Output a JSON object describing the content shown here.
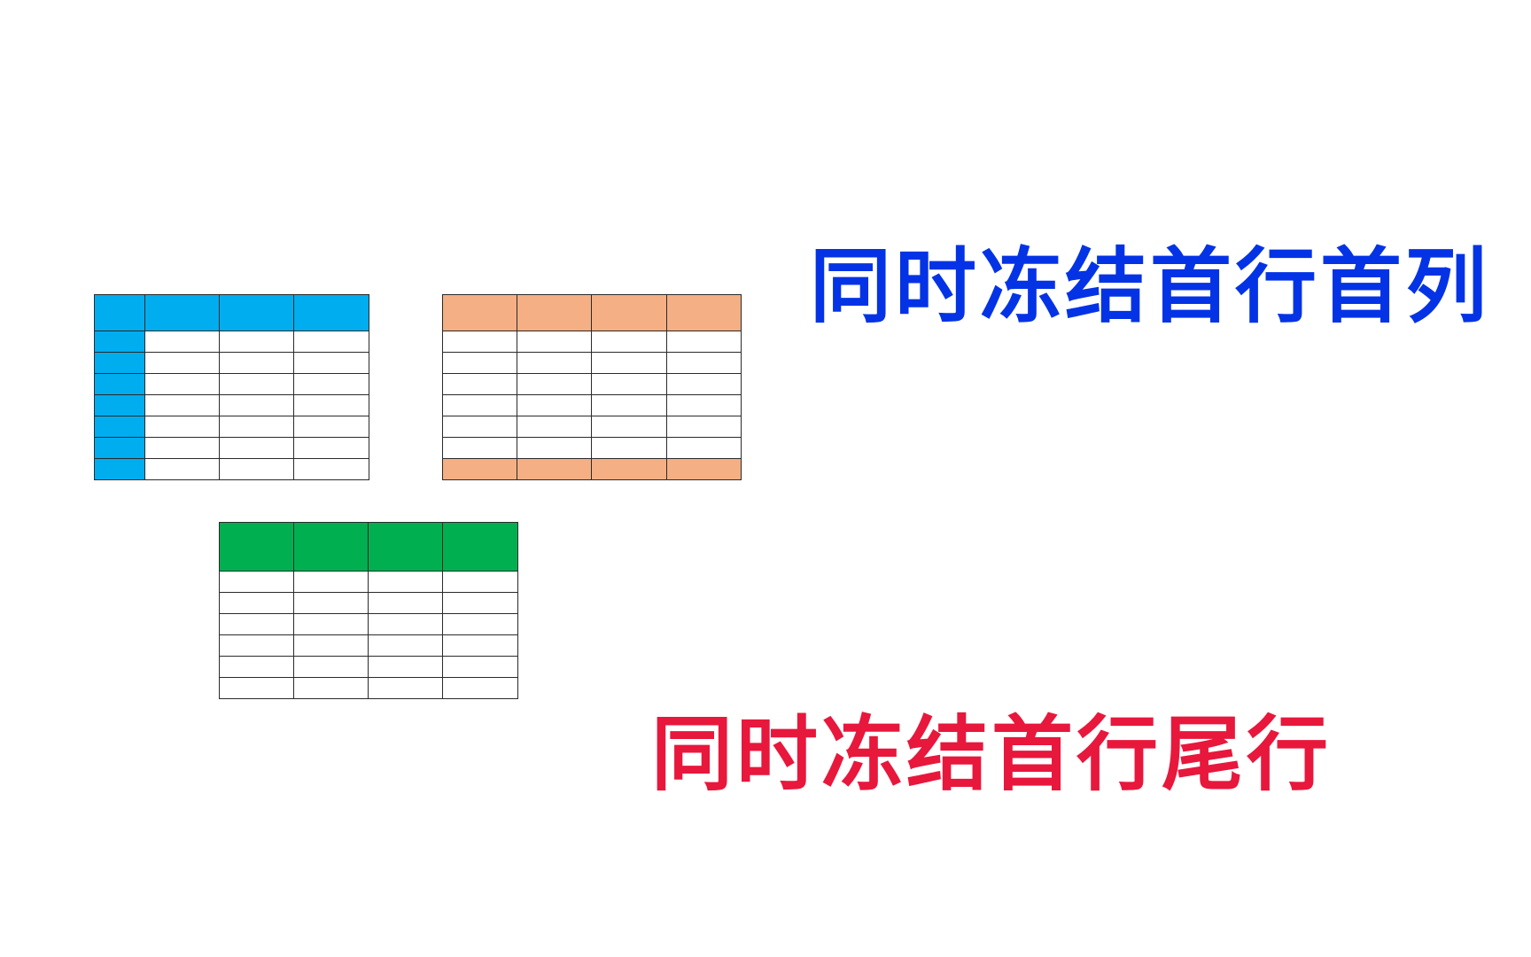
{
  "colors": {
    "blue_fill": "#00adef",
    "orange_fill": "#f4b084",
    "green_fill": "#00b050",
    "blue_title": "#0433e6",
    "red_title": "#e8173c",
    "grid_line": "#2a2a2a"
  },
  "tables": [
    {
      "id": "freeze-first-row-first-column",
      "columns": 4,
      "header_rows": 1,
      "body_rows": 7,
      "highlight": "first row and first column",
      "fill": "#00adef"
    },
    {
      "id": "freeze-first-row-last-row",
      "columns": 4,
      "header_rows": 1,
      "body_rows": 6,
      "footer_rows": 1,
      "highlight": "first row and last row",
      "fill": "#f4b084"
    },
    {
      "id": "freeze-first-row",
      "columns": 4,
      "header_rows": 1,
      "body_rows": 6,
      "highlight": "first row",
      "fill": "#00b050"
    }
  ],
  "titles": {
    "blue": "同时冻结首行首列",
    "red": "同时冻结首行尾行"
  }
}
